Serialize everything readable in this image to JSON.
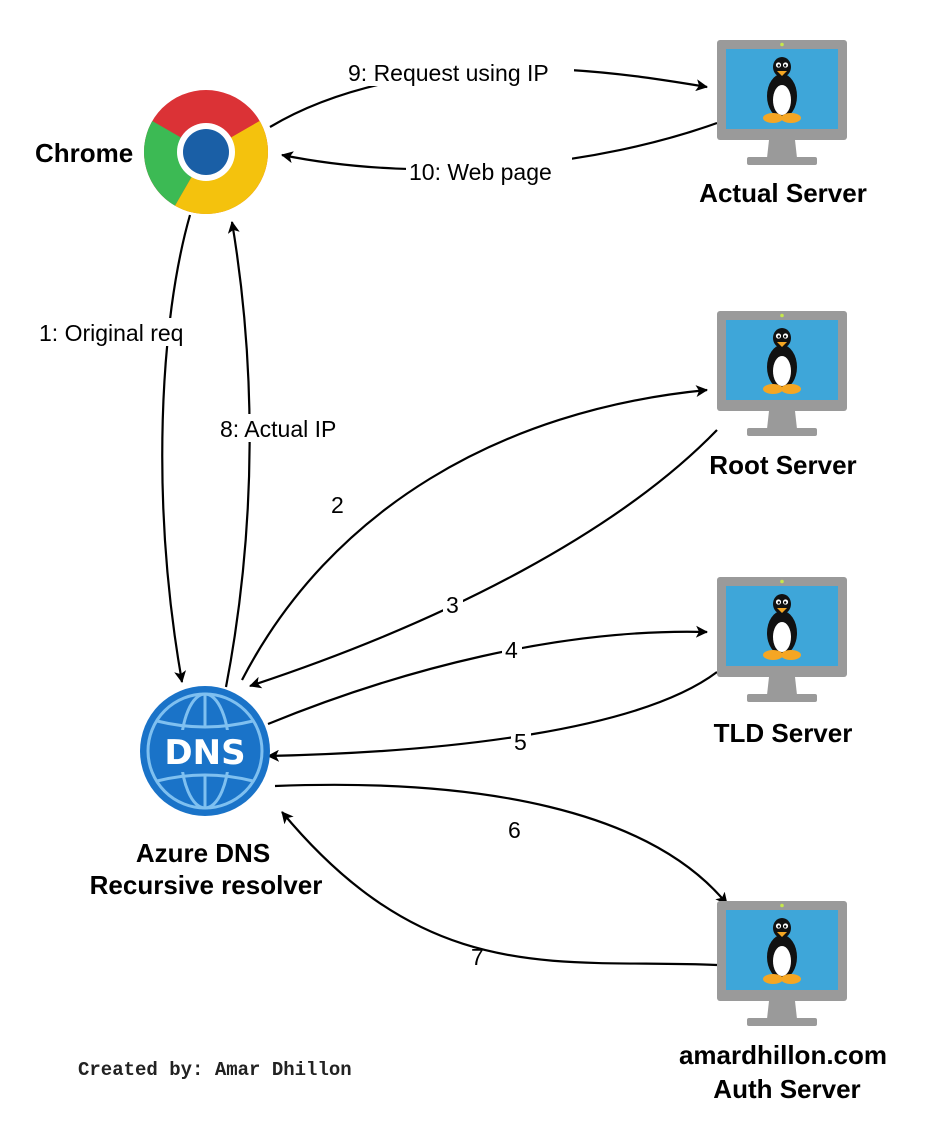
{
  "nodes": {
    "chrome": {
      "label": "Chrome"
    },
    "dns": {
      "label_line1": "Azure DNS",
      "label_line2": "Recursive resolver",
      "icon_text": "DNS"
    },
    "actual_server": {
      "label": "Actual Server"
    },
    "root_server": {
      "label": "Root Server"
    },
    "tld_server": {
      "label": "TLD Server"
    },
    "auth_server": {
      "label_line1": "amardhillon.com",
      "label_line2": "Auth Server"
    }
  },
  "edges": {
    "e1": "1: Original req",
    "e2": "2",
    "e3": "3",
    "e4": "4",
    "e5": "5",
    "e6": "6",
    "e7": "7",
    "e8": "8: Actual IP",
    "e9": "9: Request using IP",
    "e10": "10: Web page"
  },
  "footer": {
    "credit": "Created by: Amar Dhillon"
  },
  "colors": {
    "monitor_frame": "#9a9a9a",
    "monitor_screen": "#3ea6d9",
    "dns_blue": "#1a73c8",
    "chrome_red": "#db3236",
    "chrome_green": "#3cba54",
    "chrome_yellow": "#f4c20d",
    "chrome_blue": "#1a5fa6"
  }
}
